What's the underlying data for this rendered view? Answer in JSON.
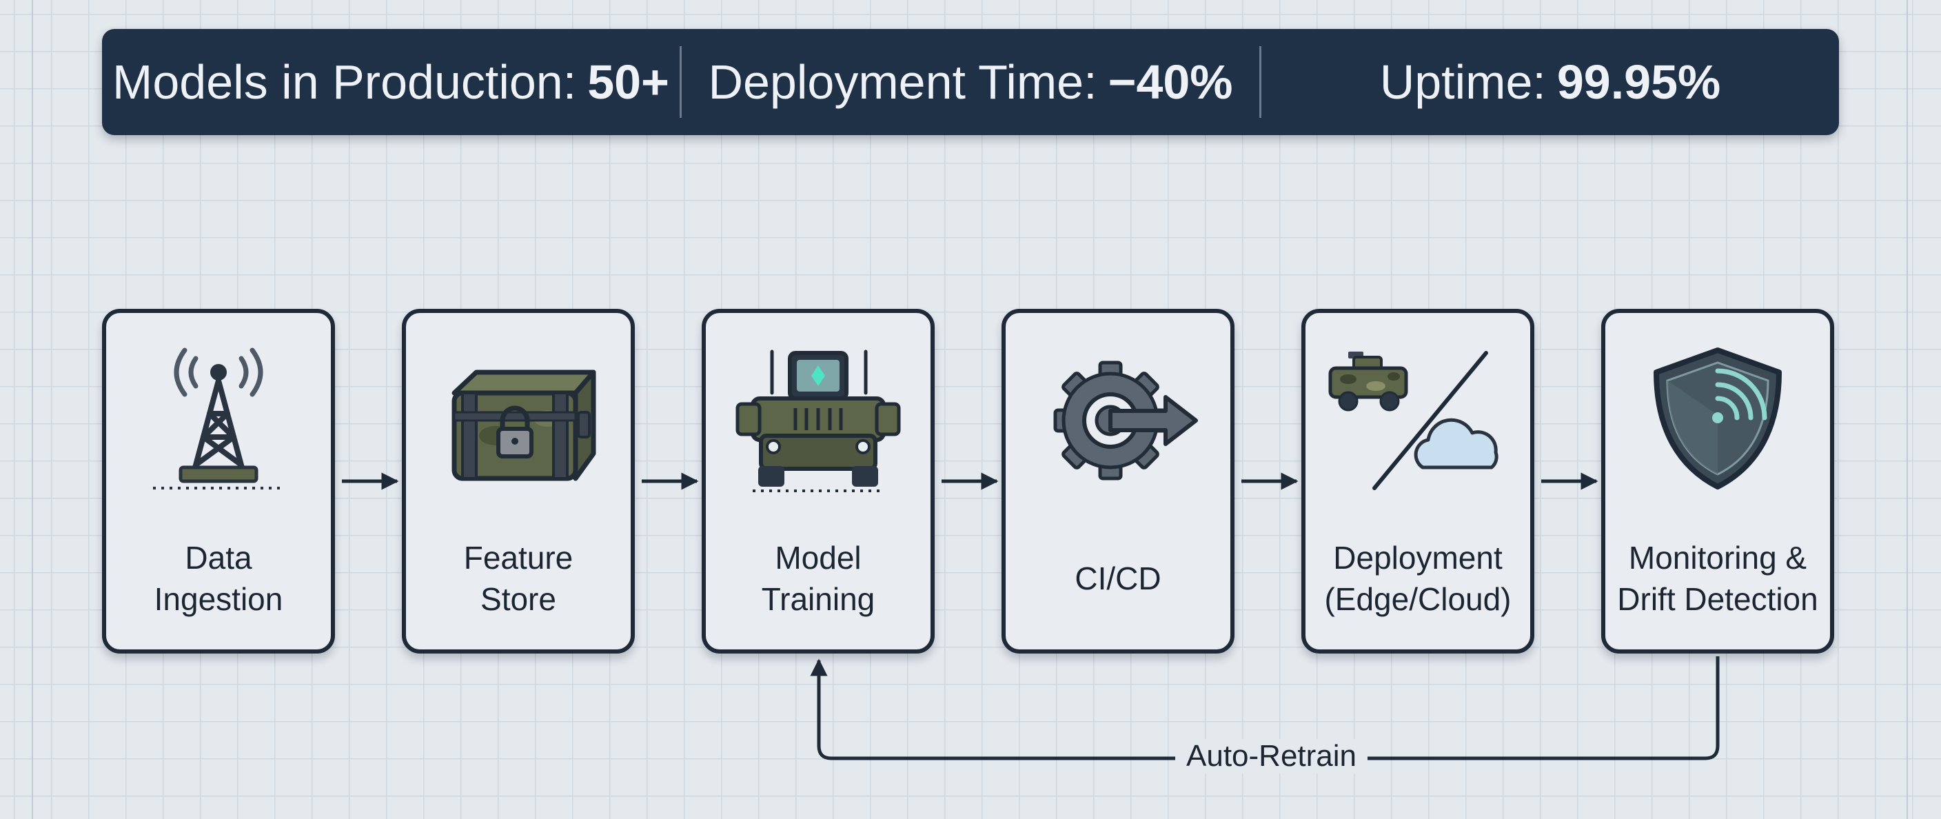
{
  "stats": [
    {
      "label": "Models in Production:",
      "value": "50+"
    },
    {
      "label": "Deployment Time:",
      "value": "−40%"
    },
    {
      "label": "Uptime:",
      "value": "99.95%"
    }
  ],
  "stages": [
    {
      "line1": "Data",
      "line2": "Ingestion",
      "icon": "radio-tower-icon"
    },
    {
      "line1": "Feature",
      "line2": "Store",
      "icon": "storage-chest-icon"
    },
    {
      "line1": "Model",
      "line2": "Training",
      "icon": "military-vehicle-icon"
    },
    {
      "line1": "CI/CD",
      "line2": "",
      "icon": "gear-arrow-icon"
    },
    {
      "line1": "Deployment",
      "line2": "(Edge/Cloud)",
      "icon": "vehicle-cloud-icon"
    },
    {
      "line1": "Monitoring &",
      "line2": "Drift Detection",
      "icon": "shield-radar-icon"
    }
  ],
  "feedback_loop": {
    "label": "Auto-Retrain",
    "from_stage": "Monitoring & Drift Detection",
    "to_stage": "Model Training"
  },
  "colors": {
    "banner": "#1f3147",
    "card_border": "#1e2a38",
    "camo": "#5d6648",
    "shield": "#3b4a55",
    "cloud": "#c9dff0"
  }
}
